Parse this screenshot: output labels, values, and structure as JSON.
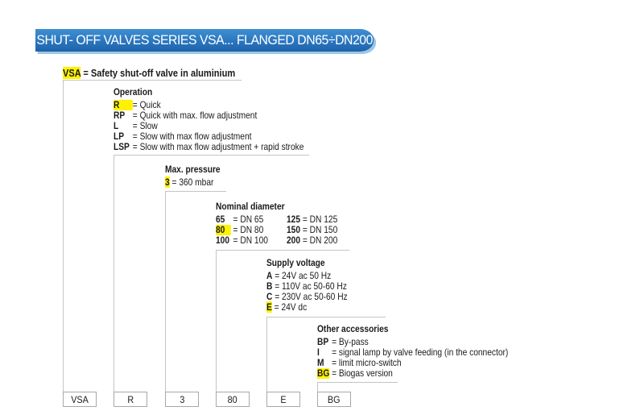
{
  "banner": {
    "title": "SHUT- OFF VALVES SERIES VSA... FLANGED DN65÷DN200"
  },
  "main": {
    "code": "VSA",
    "eq": " = ",
    "desc": "Safety shut-off valve in aluminium"
  },
  "operation": {
    "heading": "Operation",
    "items": [
      {
        "code": "R",
        "eq": "= ",
        "desc": "Quick"
      },
      {
        "code": "RP",
        "eq": "= ",
        "desc": "Quick with max. flow adjustment"
      },
      {
        "code": "L",
        "eq": "= ",
        "desc": "Slow"
      },
      {
        "code": "LP",
        "eq": "= ",
        "desc": "Slow with max  flow adjustment"
      },
      {
        "code": "LSP",
        "eq": "= ",
        "desc": "Slow with max  flow adjustment + rapid stroke"
      }
    ]
  },
  "pressure": {
    "heading": "Max. pressure",
    "items": [
      {
        "code": "3",
        "eq": " = ",
        "desc": "360 mbar"
      }
    ]
  },
  "diameter": {
    "heading": "Nominal diameter",
    "col1": [
      {
        "code": "65",
        "eq": " = ",
        "desc": "DN 65"
      },
      {
        "code": "80",
        "eq": " = ",
        "desc": "DN 80"
      },
      {
        "code": "100",
        "eq": " = ",
        "desc": "DN 100"
      }
    ],
    "col2": [
      {
        "code": "125",
        "eq": " = ",
        "desc": "DN 125"
      },
      {
        "code": "150",
        "eq": " = ",
        "desc": "DN 150"
      },
      {
        "code": "200",
        "eq": " = ",
        "desc": "DN 200"
      }
    ]
  },
  "voltage": {
    "heading": "Supply voltage",
    "items": [
      {
        "code": "A",
        "eq": " = ",
        "desc": "24V ac 50 Hz"
      },
      {
        "code": "B",
        "eq": " = ",
        "desc": "110V ac 50-60 Hz"
      },
      {
        "code": "C",
        "eq": " = ",
        "desc": "230V ac 50-60 Hz"
      },
      {
        "code": "E",
        "eq": " = ",
        "desc": "24V dc"
      }
    ]
  },
  "accessories": {
    "heading": "Other accessories",
    "items": [
      {
        "code": "BP",
        "eq": " = ",
        "desc": "By-pass"
      },
      {
        "code": "I",
        "eq": " = ",
        "desc": "signal lamp by valve feeding (in the connector)"
      },
      {
        "code": "M",
        "eq": " = ",
        "desc": "limit micro-switch"
      },
      {
        "code": "BG",
        "eq": " = ",
        "desc": "Biogas version"
      }
    ]
  },
  "boxes": [
    "VSA",
    "R",
    "3",
    "80",
    "E",
    "BG"
  ],
  "colors": {
    "banner": "#2a76bf",
    "highlight": "#fff200"
  }
}
